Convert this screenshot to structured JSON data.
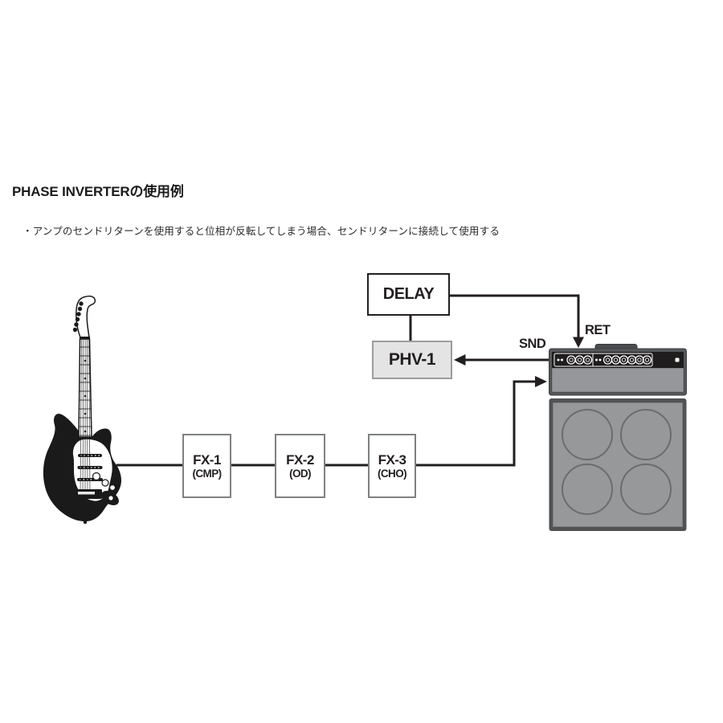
{
  "title": "PHASE INVERTERの使用例",
  "note": "・アンプのセンドリターンを使用すると位相が反転してしまう場合、センドリターンに接続して使用する",
  "boxes": {
    "delay": {
      "label": "DELAY"
    },
    "phv1": {
      "label": "PHV-1"
    },
    "fx1": {
      "label": "FX-1",
      "sub": "(CMP)"
    },
    "fx2": {
      "label": "FX-2",
      "sub": "(OD)"
    },
    "fx3": {
      "label": "FX-3",
      "sub": "(CHO)"
    }
  },
  "labels": {
    "send": "SND",
    "return": "RET"
  },
  "icons": {
    "guitar": "electric-guitar",
    "amp_head": "guitar-amp-head-with-knobs",
    "speaker_cabinet": "4x12-speaker-cabinet"
  },
  "colors": {
    "ink": "#231f20",
    "line": "#231f20",
    "phv1-fill": "#e4e4e5",
    "phv1-border": "#9b9c9e",
    "fx-border": "#7f8082",
    "amp-frame": "#55575a",
    "amp-panel": "#201d1e",
    "amp-body": "#95979a",
    "amp-handle": "#4a4c4e",
    "cab-frame": "#505254",
    "cab-fill": "#96989a",
    "speaker-ring": "#6a6c6e"
  }
}
